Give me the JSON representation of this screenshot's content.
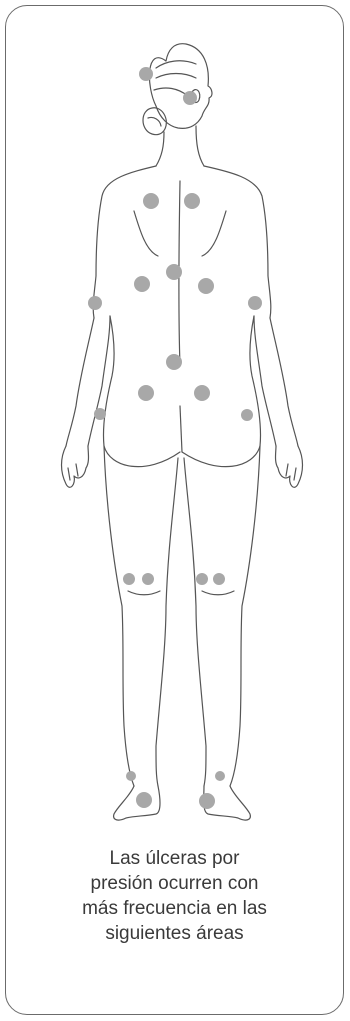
{
  "caption": {
    "lines": [
      "Las úlceras por",
      "presión ocurren con",
      "más frecuencia en las",
      "siguientes áreas"
    ]
  },
  "colors": {
    "frame": "#6b6b6b",
    "outline": "#555555",
    "marker": "#a8a8a8",
    "text": "#3a3a3a"
  },
  "pressure_points": [
    {
      "name": "back-of-head-point"
    },
    {
      "name": "behind-ear-point"
    },
    {
      "name": "left-shoulder-blade-point"
    },
    {
      "name": "right-shoulder-blade-point"
    },
    {
      "name": "left-elbow-point"
    },
    {
      "name": "right-elbow-point"
    },
    {
      "name": "mid-back-left-point"
    },
    {
      "name": "spine-point"
    },
    {
      "name": "mid-back-right-point"
    },
    {
      "name": "sacrum-point"
    },
    {
      "name": "left-buttock-point"
    },
    {
      "name": "right-buttock-point"
    },
    {
      "name": "left-hip-point"
    },
    {
      "name": "right-hip-point"
    },
    {
      "name": "left-knee-outer-point"
    },
    {
      "name": "left-knee-inner-point"
    },
    {
      "name": "right-knee-inner-point"
    },
    {
      "name": "right-knee-outer-point"
    },
    {
      "name": "left-ankle-point"
    },
    {
      "name": "right-ankle-point"
    },
    {
      "name": "left-heel-point"
    },
    {
      "name": "right-heel-point"
    }
  ]
}
